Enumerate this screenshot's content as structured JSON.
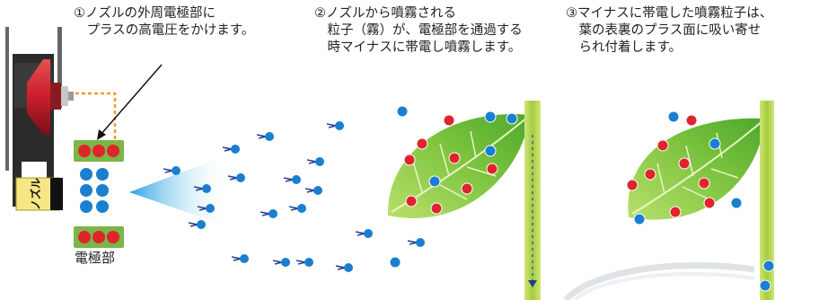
{
  "captions": {
    "step1": "①ノズルの外周電極部に\n　プラスの高電圧をかけます。",
    "step2": "②ノズルから噴霧される\n　粒子（霧）が、電極部を通過する\n　時マイナスに帯電し噴霧します。",
    "step3": "③マイナスに帯電した噴霧粒子は、\n　葉の表裏のプラス面に吸い寄せ\n　られ付着します。"
  },
  "labels": {
    "electrode": "電極部",
    "nozzle": "ノズル"
  },
  "charges": {
    "plus": "+",
    "minus": "−"
  },
  "colors": {
    "positive": "#e0242b",
    "negative": "#1a7fd0",
    "leaf": "#7cc242",
    "stem": "#b8d94a",
    "electrode_bar": "#7ab648",
    "spray": "#5fb7e8",
    "nozzle_red": "#c81e2b",
    "nozzle_label_bg": "#f7e784"
  }
}
